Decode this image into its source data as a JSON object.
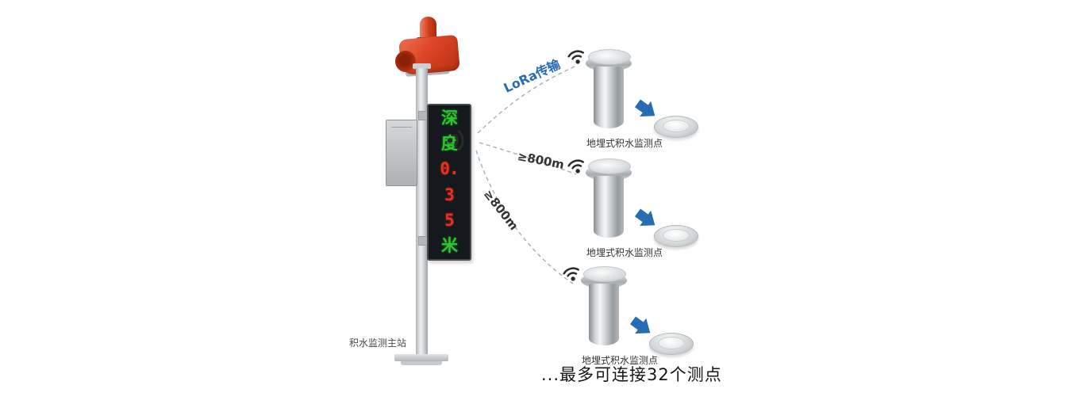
{
  "main_station": {
    "label": "积水监测主站",
    "display": {
      "rows": [
        {
          "text": "深",
          "color": "green"
        },
        {
          "text": "度",
          "color": "green"
        },
        {
          "text": "0.",
          "color": "red"
        },
        {
          "text": "3",
          "color": "red"
        },
        {
          "text": "5",
          "color": "red"
        },
        {
          "text": "米",
          "color": "green"
        }
      ]
    }
  },
  "links": [
    {
      "label": "LoRa传输"
    },
    {
      "label": "≥800m"
    },
    {
      "label": "≥800m"
    }
  ],
  "sensors": [
    {
      "label": "地埋式积水监测点"
    },
    {
      "label": "地埋式积水监测点"
    },
    {
      "label": "地埋式积水监测点"
    }
  ],
  "footer": {
    "text": "...最多可连接32个测点"
  },
  "colors": {
    "alarm_red": "#d6402a",
    "led_green": "#2fc62f",
    "led_red": "#e83122",
    "arrow_blue": "#2a6cb4",
    "lora_label_blue": "#2a6cb4",
    "dash_line_gray": "#9fb0bc"
  }
}
